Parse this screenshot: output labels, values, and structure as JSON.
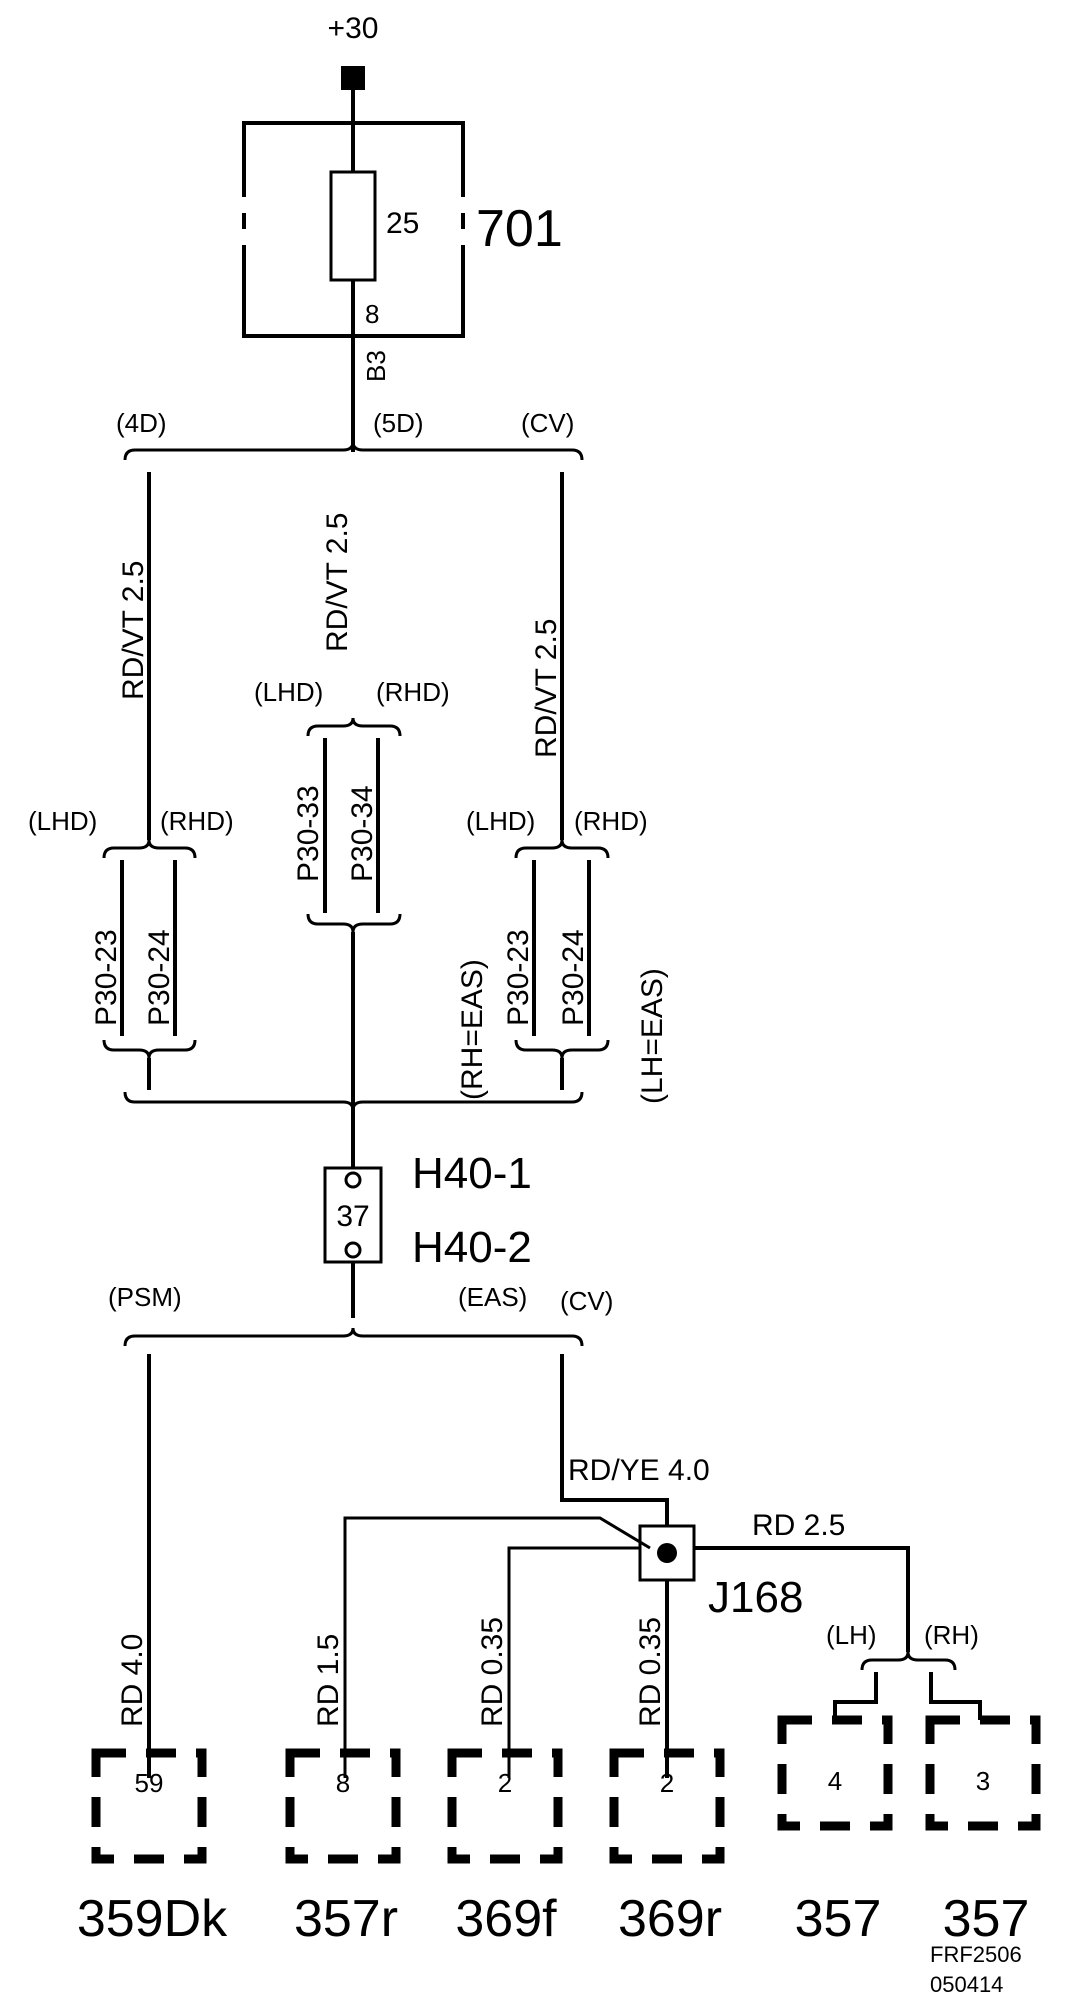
{
  "supply": "+30",
  "fuse": {
    "box_id": "701",
    "rating": "25",
    "pin": "8",
    "connector": "B3"
  },
  "top_variants": [
    "(4D)",
    "(5D)",
    "(CV)"
  ],
  "branches": {
    "left": {
      "wire": "RD/VT  2.5",
      "variants": [
        "(LHD)",
        "(RHD)"
      ],
      "pins": [
        "P30-23",
        "P30-24"
      ]
    },
    "center": {
      "wire": "RD/VT  2.5",
      "variants": [
        "(LHD)",
        "(RHD)"
      ],
      "pins": [
        "P30-33",
        "P30-34"
      ]
    },
    "right": {
      "wire": "RD/VT  2.5",
      "variants": [
        "(LHD)",
        "(RHD)"
      ],
      "pins": [
        "P30-23",
        "P30-24"
      ]
    }
  },
  "eas_notes": [
    "(RH=EAS)",
    "(LH=EAS)"
  ],
  "inline_connector": {
    "pin": "37",
    "ids": [
      "H40-1",
      "H40-2"
    ]
  },
  "lower_variants": [
    "(PSM)",
    "(EAS)",
    "(CV)"
  ],
  "wires": {
    "psm": "RD  4.0",
    "main": "RD/YE  4.0",
    "c357r": "RD  1.5",
    "c369f": "RD  0.35",
    "c369r": "RD  0.35",
    "c357": "RD  2.5"
  },
  "splice": "J168",
  "side_variants": [
    "(LH)",
    "(RH)"
  ],
  "connectors": [
    {
      "pin": "59",
      "id": "359Dk"
    },
    {
      "pin": "8",
      "id": "357r"
    },
    {
      "pin": "2",
      "id": "369f"
    },
    {
      "pin": "2",
      "id": "369r"
    },
    {
      "pin": "4",
      "id": "357"
    },
    {
      "pin": "3",
      "id": "357"
    }
  ],
  "figure_ref": [
    "FRF2506",
    "050414"
  ]
}
